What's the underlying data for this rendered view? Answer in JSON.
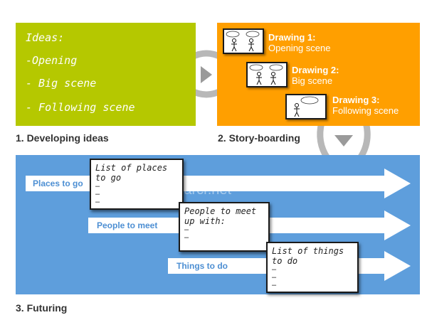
{
  "ideas": {
    "heading": "Ideas:",
    "items": [
      "-Opening",
      "- Big scene",
      "- Following scene"
    ],
    "caption": "1. Developing ideas"
  },
  "storyboard": {
    "caption": "2. Story-boarding",
    "drawings": [
      {
        "title": "Drawing 1:",
        "subtitle": "Opening scene"
      },
      {
        "title": "Drawing 2:",
        "subtitle": "Big scene"
      },
      {
        "title": "Drawing 3:",
        "subtitle": "Following scene"
      }
    ]
  },
  "futuring": {
    "caption": "3. Futuring",
    "watermark": "©marcr.net",
    "lanes": [
      {
        "label": "Places to go",
        "note_title": "List of places to go",
        "note_items": [
          "–",
          "–",
          "–"
        ]
      },
      {
        "label": "People to meet",
        "note_title": "People to meet\nup with:",
        "note_items": [
          "–",
          "–"
        ]
      },
      {
        "label": "Things to do",
        "note_title": "List of things to do",
        "note_items": [
          "–",
          "–",
          "–"
        ]
      }
    ]
  },
  "colors": {
    "ideas_panel": "#b5c800",
    "story_panel": "#ff9f00",
    "future_panel": "#5e9edc",
    "connector": "#b8b8b8"
  }
}
